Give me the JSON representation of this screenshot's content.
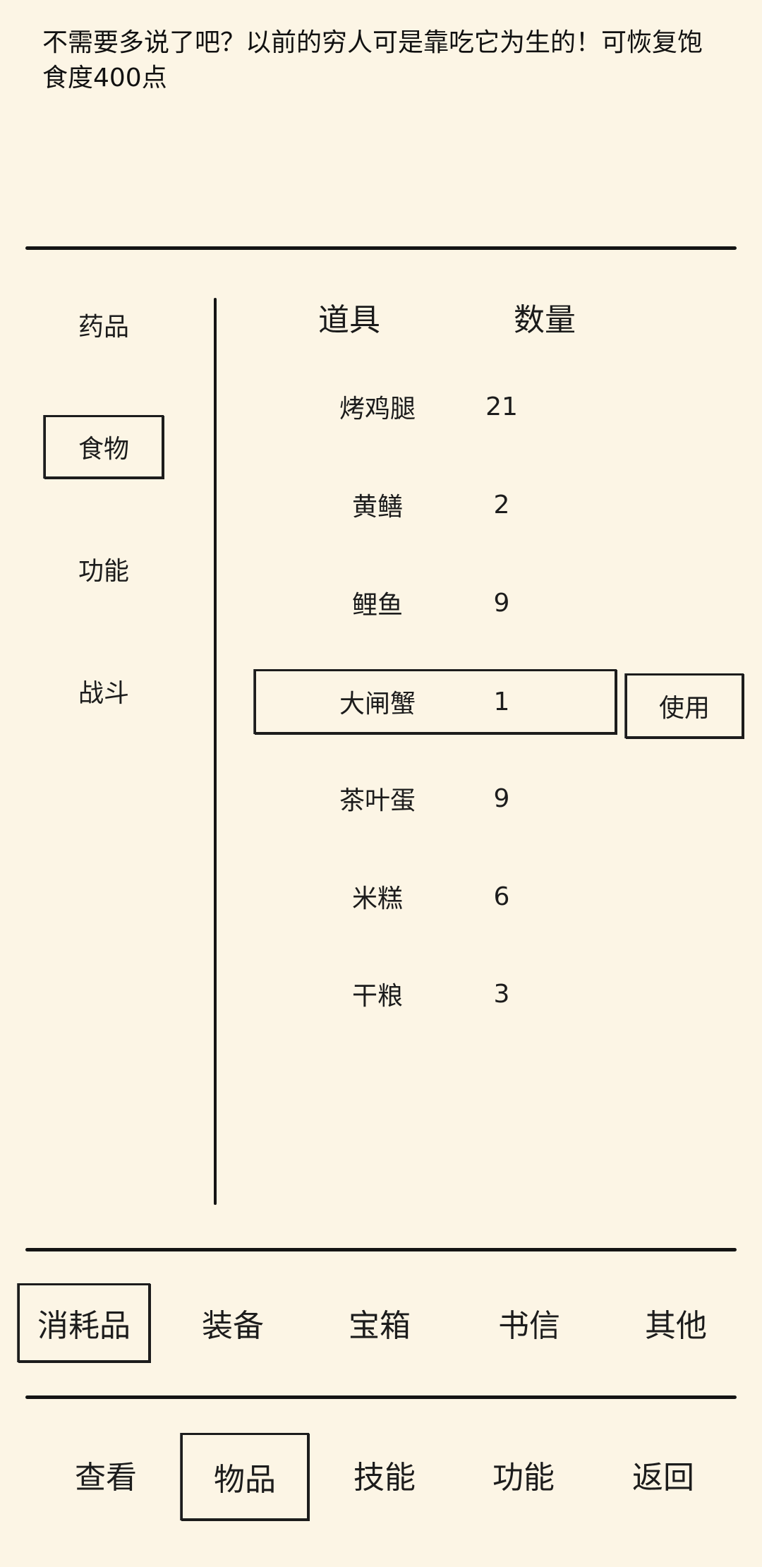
{
  "description": "不需要多说了吧？以前的穷人可是靠吃它为生的！可恢复饱食度400点",
  "categories": [
    "药品",
    "食物",
    "功能",
    "战斗"
  ],
  "selected_category": "食物",
  "table": {
    "col_item": "道具",
    "col_qty": "数量",
    "rows": [
      {
        "name": "烤鸡腿",
        "qty": "21"
      },
      {
        "name": "黄鳝",
        "qty": "2"
      },
      {
        "name": "鲤鱼",
        "qty": "9"
      },
      {
        "name": "大闸蟹",
        "qty": "1"
      },
      {
        "name": "茶叶蛋",
        "qty": "9"
      },
      {
        "name": "米糕",
        "qty": "6"
      },
      {
        "name": "干粮",
        "qty": "3"
      }
    ],
    "selected_row": "大闸蟹"
  },
  "use_label": "使用",
  "item_tabs": [
    "消耗品",
    "装备",
    "宝箱",
    "书信",
    "其他"
  ],
  "selected_item_tab": "消耗品",
  "nav_tabs": [
    "查看",
    "物品",
    "技能",
    "功能",
    "返回"
  ],
  "selected_nav_tab": "物品",
  "colors": {
    "background": "#fcf5e5",
    "ink": "#1c1c1c"
  }
}
